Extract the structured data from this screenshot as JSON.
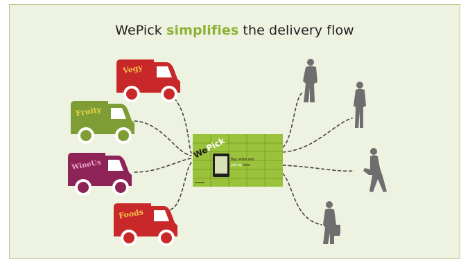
{
  "title": {
    "before": "WePick ",
    "highlight": "simplifies",
    "after": " the delivery flow"
  },
  "trucks": [
    {
      "label": "Vegy",
      "body_color": "#c9282a",
      "label_color": "#f2c24a"
    },
    {
      "label": "Fruity",
      "body_color": "#7e9e35",
      "label_color": "#e8d44a"
    },
    {
      "label": "WineUs",
      "body_color": "#8d2356",
      "label_color": "#f0a8c8"
    },
    {
      "label": "Foods",
      "body_color": "#c9282a",
      "label_color": "#f2c24a"
    }
  ],
  "locker": {
    "brand_we": "We",
    "brand_pick": "Pick",
    "text_line1": "Buy online and",
    "text_line2_hl": "pick up",
    "text_line2_rest": " here",
    "color": "#9bc23b"
  },
  "colors": {
    "background": "#eef2e0",
    "accent_green": "#8bb233",
    "person": "#6e6e6e",
    "connector": "#444444"
  }
}
